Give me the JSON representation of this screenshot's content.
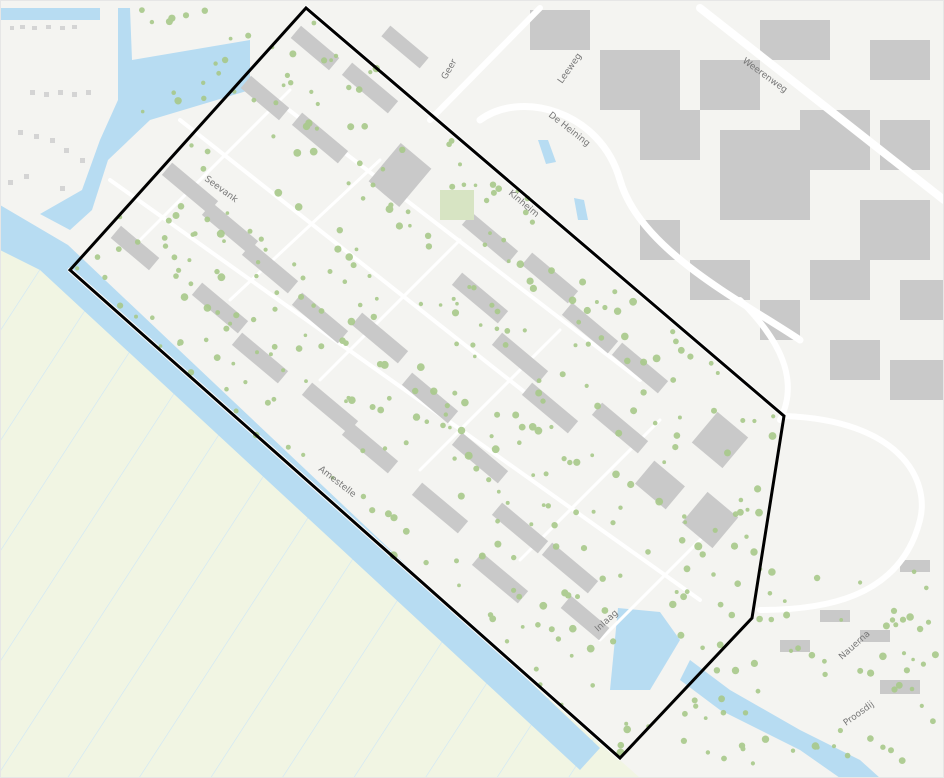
{
  "map": {
    "street_labels": {
      "geer": "Geer",
      "leeweg": "Leeweg",
      "weerenweg": "Weerenweg",
      "de_heining": "De Heining",
      "seevank": "Seevank",
      "kinheim": "Kinheim",
      "amestelle": "Amestelle",
      "inlaag": "Inlaag",
      "nauerna": "Nauerna",
      "proosdij": "Proosdij"
    },
    "colors": {
      "background": "#f4f4f1",
      "water": "#b7dcf2",
      "polder": "#f1f5e3",
      "building": "#c9c9c9",
      "tree": "#a8c98a",
      "boundary": "#000000",
      "road": "#ffffff"
    }
  }
}
